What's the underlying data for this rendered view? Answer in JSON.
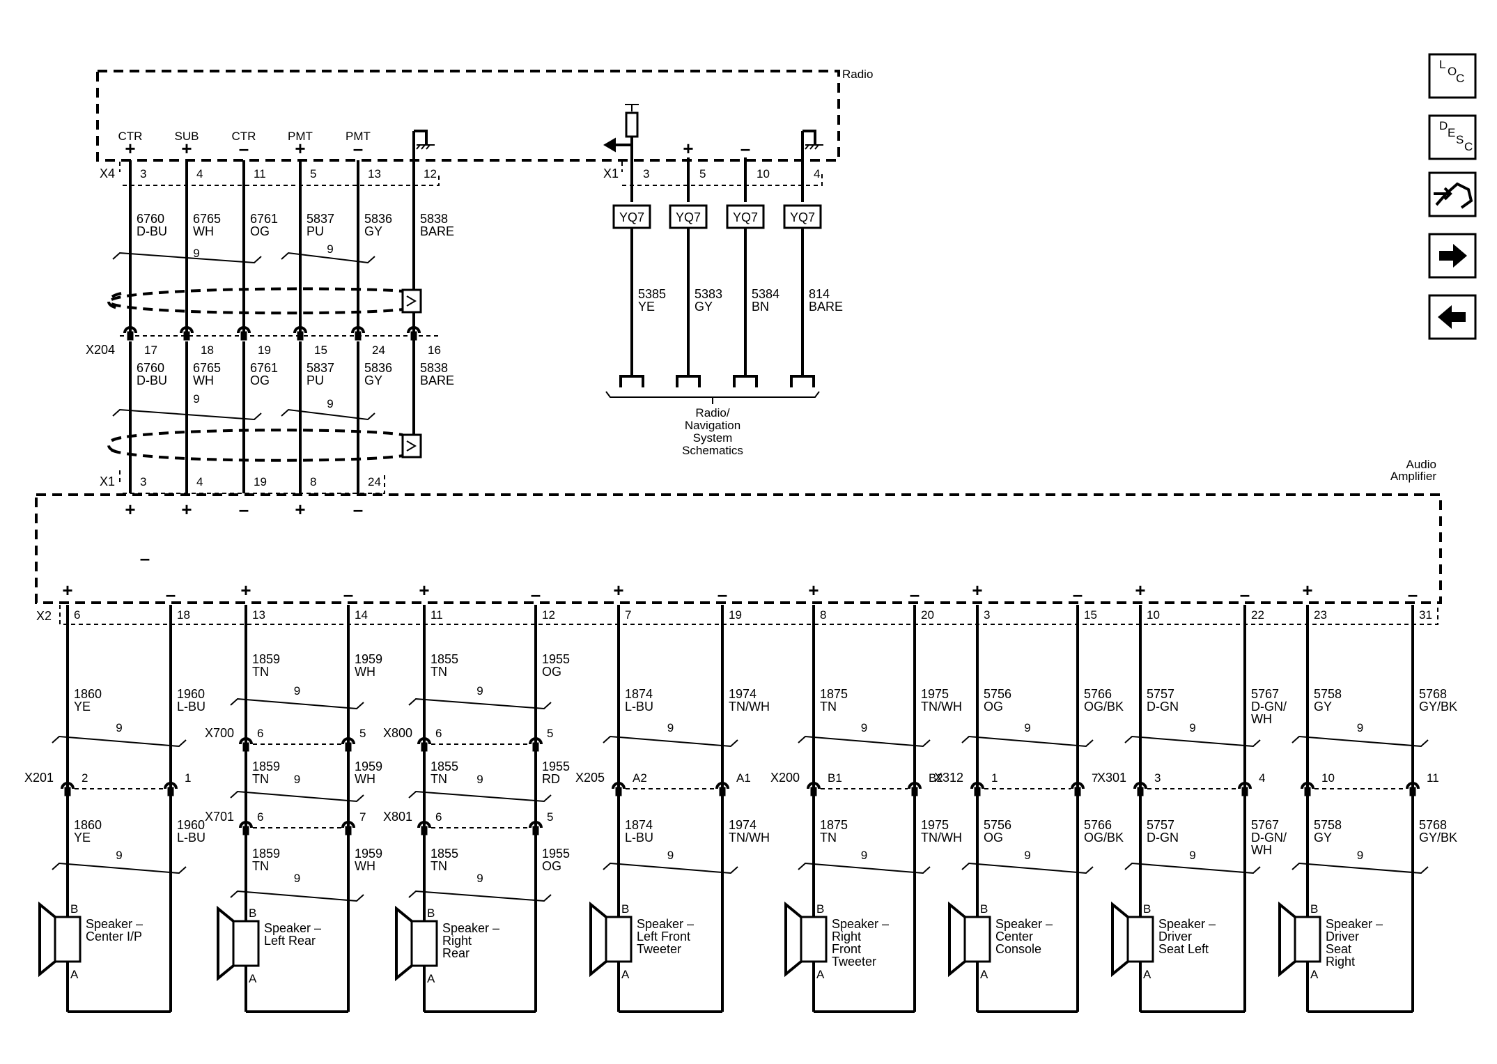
{
  "radio": {
    "label": "Radio",
    "left_connector": {
      "name": "X4",
      "pins": [
        {
          "function": "CTR",
          "sign": "+",
          "pin": "3",
          "circuit": "6760",
          "color": "D-BU"
        },
        {
          "function": "SUB",
          "sign": "+",
          "pin": "4",
          "circuit": "6765",
          "color": "WH"
        },
        {
          "function": "CTR",
          "sign": "–",
          "pin": "11",
          "circuit": "6761",
          "color": "OG"
        },
        {
          "function": "PMT",
          "sign": "+",
          "pin": "5",
          "circuit": "5837",
          "color": "PU"
        },
        {
          "function": "PMT",
          "sign": "–",
          "pin": "13",
          "circuit": "5836",
          "color": "GY"
        },
        {
          "function": "",
          "sign": "",
          "pin": "12",
          "circuit": "5838",
          "color": "BARE"
        }
      ],
      "twist_label": "9"
    },
    "right_connector": {
      "name": "X1",
      "pins": [
        {
          "sign": "",
          "pin": "3",
          "tag": "YQ7",
          "circuit": "5385",
          "color": "YE"
        },
        {
          "sign": "+",
          "pin": "5",
          "tag": "YQ7",
          "circuit": "5383",
          "color": "GY"
        },
        {
          "sign": "–",
          "pin": "10",
          "tag": "YQ7",
          "circuit": "5384",
          "color": "BN"
        },
        {
          "sign": "",
          "pin": "4",
          "tag": "YQ7",
          "circuit": "814",
          "color": "BARE"
        }
      ],
      "reference": [
        "Radio/",
        "Navigation",
        "System",
        "Schematics"
      ]
    }
  },
  "inline_x204": {
    "name": "X204",
    "pins": [
      "17",
      "18",
      "19",
      "15",
      "24",
      "16"
    ],
    "circuits": [
      {
        "circuit": "6760",
        "color": "D-BU"
      },
      {
        "circuit": "6765",
        "color": "WH"
      },
      {
        "circuit": "6761",
        "color": "OG"
      },
      {
        "circuit": "5837",
        "color": "PU"
      },
      {
        "circuit": "5836",
        "color": "GY"
      },
      {
        "circuit": "5838",
        "color": "BARE"
      }
    ],
    "twist_label": "9"
  },
  "amplifier": {
    "label": [
      "Audio",
      "Amplifier"
    ],
    "input_connector": {
      "name": "X1",
      "pins": [
        "3",
        "4",
        "19",
        "8",
        "24"
      ],
      "signs": [
        "+",
        "+",
        "–",
        "+",
        "–"
      ]
    },
    "aux_sign": "–",
    "output_connector": "X2"
  },
  "channels": [
    {
      "plus_pin": "6",
      "minus_pin": "18",
      "upper": [
        {
          "circuit": "1860",
          "color": "YE"
        },
        {
          "circuit": "1960",
          "color": "L-BU"
        }
      ],
      "inline": [
        {
          "name": "X201",
          "pins": [
            "2",
            "1"
          ]
        }
      ],
      "lower": [
        {
          "circuit": "1860",
          "color": "YE"
        },
        {
          "circuit": "1960",
          "color": "L-BU"
        }
      ],
      "speaker": [
        "Speaker –",
        "Center I/P"
      ]
    },
    {
      "plus_pin": "13",
      "minus_pin": "14",
      "upper": [
        {
          "circuit": "1859",
          "color": "TN"
        },
        {
          "circuit": "1959",
          "color": "WH"
        }
      ],
      "inline": [
        {
          "name": "X700",
          "pins": [
            "6",
            "5"
          ]
        },
        {
          "name": "X701",
          "pins": [
            "6",
            "7"
          ]
        }
      ],
      "middle": [
        {
          "circuit": "1859",
          "color": "TN"
        },
        {
          "circuit": "1959",
          "color": "WH"
        }
      ],
      "lower": [
        {
          "circuit": "1859",
          "color": "TN"
        },
        {
          "circuit": "1959",
          "color": "WH"
        }
      ],
      "speaker": [
        "Speaker –",
        "Left Rear"
      ]
    },
    {
      "plus_pin": "11",
      "minus_pin": "12",
      "upper": [
        {
          "circuit": "1855",
          "color": "TN"
        },
        {
          "circuit": "1955",
          "color": "OG"
        }
      ],
      "inline": [
        {
          "name": "X800",
          "pins": [
            "6",
            "5"
          ]
        },
        {
          "name": "X801",
          "pins": [
            "6",
            "5"
          ]
        }
      ],
      "middle": [
        {
          "circuit": "1855",
          "color": "TN"
        },
        {
          "circuit": "1955",
          "color": "RD"
        }
      ],
      "lower": [
        {
          "circuit": "1855",
          "color": "TN"
        },
        {
          "circuit": "1955",
          "color": "OG"
        }
      ],
      "speaker": [
        "Speaker –",
        "Right",
        "Rear"
      ]
    },
    {
      "plus_pin": "7",
      "minus_pin": "19",
      "upper": [
        {
          "circuit": "1874",
          "color": "L-BU"
        },
        {
          "circuit": "1974",
          "color": "TN/WH"
        }
      ],
      "inline": [
        {
          "name": "X205",
          "pins": [
            "A2",
            "A1"
          ]
        }
      ],
      "lower": [
        {
          "circuit": "1874",
          "color": "L-BU"
        },
        {
          "circuit": "1974",
          "color": "TN/WH"
        }
      ],
      "speaker": [
        "Speaker –",
        "Left Front",
        "Tweeter"
      ]
    },
    {
      "plus_pin": "8",
      "minus_pin": "20",
      "upper": [
        {
          "circuit": "1875",
          "color": "TN"
        },
        {
          "circuit": "1975",
          "color": "TN/WH"
        }
      ],
      "inline": [
        {
          "name": "X200",
          "pins": [
            "B1",
            "B2"
          ]
        }
      ],
      "lower": [
        {
          "circuit": "1875",
          "color": "TN"
        },
        {
          "circuit": "1975",
          "color": "TN/WH"
        }
      ],
      "speaker": [
        "Speaker –",
        "Right",
        "Front",
        "Tweeter"
      ]
    },
    {
      "plus_pin": "3",
      "minus_pin": "15",
      "upper": [
        {
          "circuit": "5756",
          "color": "OG"
        },
        {
          "circuit": "5766",
          "color": "OG/BK"
        }
      ],
      "inline": [
        {
          "name": "X312",
          "pins": [
            "1",
            "7"
          ]
        }
      ],
      "lower": [
        {
          "circuit": "5756",
          "color": "OG"
        },
        {
          "circuit": "5766",
          "color": "OG/BK"
        }
      ],
      "speaker": [
        "Speaker –",
        "Center",
        "Console"
      ]
    },
    {
      "plus_pin": "10",
      "minus_pin": "22",
      "upper": [
        {
          "circuit": "5757",
          "color": "D-GN"
        },
        {
          "circuit": "5767",
          "color": "D-GN/\nWH"
        }
      ],
      "inline": [
        {
          "name": "X301",
          "pins": [
            "3",
            "4"
          ]
        }
      ],
      "lower": [
        {
          "circuit": "5757",
          "color": "D-GN"
        },
        {
          "circuit": "5767",
          "color": "D-GN/\nWH"
        }
      ],
      "speaker": [
        "Speaker –",
        "Driver",
        "Seat Left"
      ]
    },
    {
      "plus_pin": "23",
      "minus_pin": "31",
      "upper": [
        {
          "circuit": "5758",
          "color": "GY"
        },
        {
          "circuit": "5768",
          "color": "GY/BK"
        }
      ],
      "inline": [
        {
          "name": "",
          "pins": [
            "10",
            "11"
          ]
        }
      ],
      "lower": [
        {
          "circuit": "5758",
          "color": "GY"
        },
        {
          "circuit": "5768",
          "color": "GY/BK"
        }
      ],
      "speaker": [
        "Speaker –",
        "Driver",
        "Seat",
        "Right"
      ]
    }
  ],
  "speaker_terminals": {
    "positive": "B",
    "negative": "A"
  },
  "twist_label": "9",
  "nav_buttons": [
    {
      "name": "loc-button",
      "letters": [
        "L",
        "O",
        "C"
      ]
    },
    {
      "name": "desc-button",
      "letters": [
        "D",
        "E",
        "S",
        "C"
      ]
    },
    {
      "name": "home-button",
      "icon": "wrench-car-icon"
    },
    {
      "name": "next-button",
      "icon": "arrow-right-icon"
    },
    {
      "name": "prev-button",
      "icon": "arrow-left-icon"
    }
  ]
}
